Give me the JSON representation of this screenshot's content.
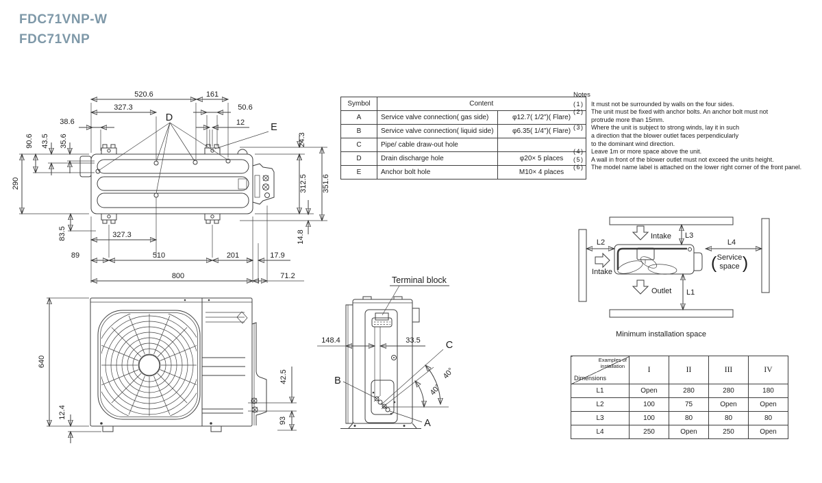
{
  "title": {
    "line1": "FDC71VNP-W",
    "line2": "FDC71VNP",
    "accent_color": "#7e98a8",
    "line_color": "#3d3d3d"
  },
  "symbol_table": {
    "col_symbol": "Symbol",
    "col_content": "Content",
    "rows": [
      {
        "symbol": "A",
        "desc": "Service valve connection( gas side)",
        "spec": "φ12.7( 1/2\")( Flare)"
      },
      {
        "symbol": "B",
        "desc": "Service valve connection( liquid side)",
        "spec": "φ6.35( 1/4\")( Flare)"
      },
      {
        "symbol": "C",
        "desc": "Pipe/ cable draw-out hole",
        "spec": ""
      },
      {
        "symbol": "D",
        "desc": "Drain discharge hole",
        "spec": "φ20×  5 places"
      },
      {
        "symbol": "E",
        "desc": "Anchor bolt hole",
        "spec": "M10×  4 places"
      }
    ]
  },
  "notes": {
    "heading": "Notes",
    "items": [
      {
        "num": "(1)",
        "text": "It must not be surrounded by walls on the four sides."
      },
      {
        "num": "(2)",
        "text": "The unit must be fixed with anchor bolts. An anchor bolt must not\nprotrude more than 15mm."
      },
      {
        "num": "(3)",
        "text": "Where the unit is subject to strong winds, lay it in such\na direction that the blower outlet faces perpendicularly\nto the dominant wind direction."
      },
      {
        "num": "(4)",
        "text": "Leave 1m or more space above the unit."
      },
      {
        "num": "(5)",
        "text": "A wall in front of the blower outlet must not exceed the units height."
      },
      {
        "num": "(6)",
        "text": "The model name label is attached on the lower right corner of the front panel."
      }
    ]
  },
  "top_view": {
    "d520_6": "520.6",
    "d161": "161",
    "d327_3_top": "327.3",
    "d38_6": "38.6",
    "d50_6": "50.6",
    "d12": "12",
    "sym_e": "E",
    "sym_d": "D",
    "d24_3": "24.3",
    "d312_5": "312.5",
    "d351_6": "351.6",
    "d14_8": "14.8",
    "d290": "290",
    "d90_6": "90.6",
    "d43_5": "43.5",
    "d35_6": "35.6",
    "d83_5": "83.5",
    "d327_3_bottom": "327.3",
    "d89": "89",
    "d510": "510",
    "d201": "201",
    "d17_9": "17.9",
    "d800": "800",
    "d71_2": "71.2"
  },
  "front_view": {
    "d640": "640",
    "d12_4": "12.4",
    "d42_5": "42.5",
    "d93": "93"
  },
  "side_view": {
    "terminal_block": "Terminal block",
    "d148_4": "148.4",
    "d33_5": "33.5",
    "sym_a": "A",
    "sym_b": "B",
    "sym_c": "C",
    "angle_upper": "40°",
    "angle_lower": "40°"
  },
  "install": {
    "caption": "Minimum installation space",
    "l1": "L1",
    "l2": "L2",
    "l3": "L3",
    "l4": "L4",
    "intake_top": "Intake",
    "intake_left": "Intake",
    "outlet": "Outlet",
    "service_open": "(",
    "service_line1": "Service",
    "service_line2": "space",
    "service_close": ")"
  },
  "dim_table": {
    "corner_top": "Examples of\ninstallation",
    "corner_bottom": "Dimensions",
    "columns": [
      "I",
      "II",
      "III",
      "IV"
    ],
    "rows": [
      {
        "dim": "L1",
        "values": [
          "Open",
          "280",
          "280",
          "180"
        ]
      },
      {
        "dim": "L2",
        "values": [
          "100",
          "75",
          "Open",
          "Open"
        ]
      },
      {
        "dim": "L3",
        "values": [
          "100",
          "80",
          "80",
          "80"
        ]
      },
      {
        "dim": "L4",
        "values": [
          "250",
          "Open",
          "250",
          "Open"
        ]
      }
    ]
  }
}
